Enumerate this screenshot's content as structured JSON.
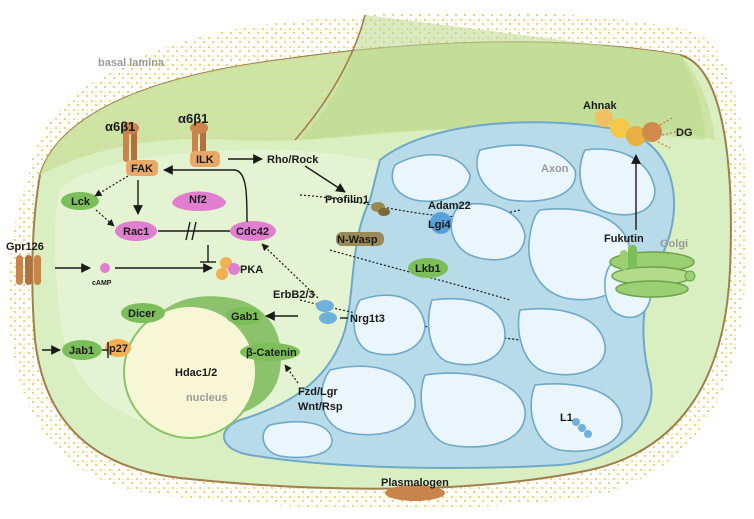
{
  "labels": {
    "basal_lamina": "basal lamina",
    "axon": "Axon",
    "golgi": "Golgi",
    "nucleus": "nucleus",
    "integrin_left": "α6β1",
    "integrin_right": "α6β1",
    "fak": "FAK",
    "ilk": "ILK",
    "lck": "Lck",
    "rac1": "Rac1",
    "nf2": "Nf2",
    "cdc42": "Cdc42",
    "rho_rock": "Rho/Rock",
    "profilin1": "Profilin1",
    "adam22": "Adam22",
    "lgi4": "Lgi4",
    "n_wasp": "N-Wasp",
    "lkb1": "Lkb1",
    "gpr126": "Gpr126",
    "camp": "cAMP",
    "pka": "PKA",
    "dicer": "Dicer",
    "gab1": "Gab1",
    "erbb23": "ErbB2/3",
    "nrg1t3": "Nrg1t3",
    "jab1": "Jab1",
    "p27": "p27",
    "hdac12": "Hdac1/2",
    "beta_catenin": "β-Catenin",
    "fzd_lgr": "Fzd/Lgr",
    "wnt_rsp": "Wnt/Rsp",
    "ahnak": "Ahnak",
    "dg": "DG",
    "fukutin": "Fukutin",
    "l1": "L1",
    "plasmalogen": "Plasmalogen"
  },
  "colors": {
    "cytoplasm": "#d9efc2",
    "cell_border": "#a0804a",
    "dark_green": "#8cc26b",
    "protein_green": "#7cbf5a",
    "pink": "#e07fd0",
    "orange_brown": "#c8844a",
    "axon_blue": "#eaf6fb",
    "yellow_dots": "#f0c850"
  }
}
